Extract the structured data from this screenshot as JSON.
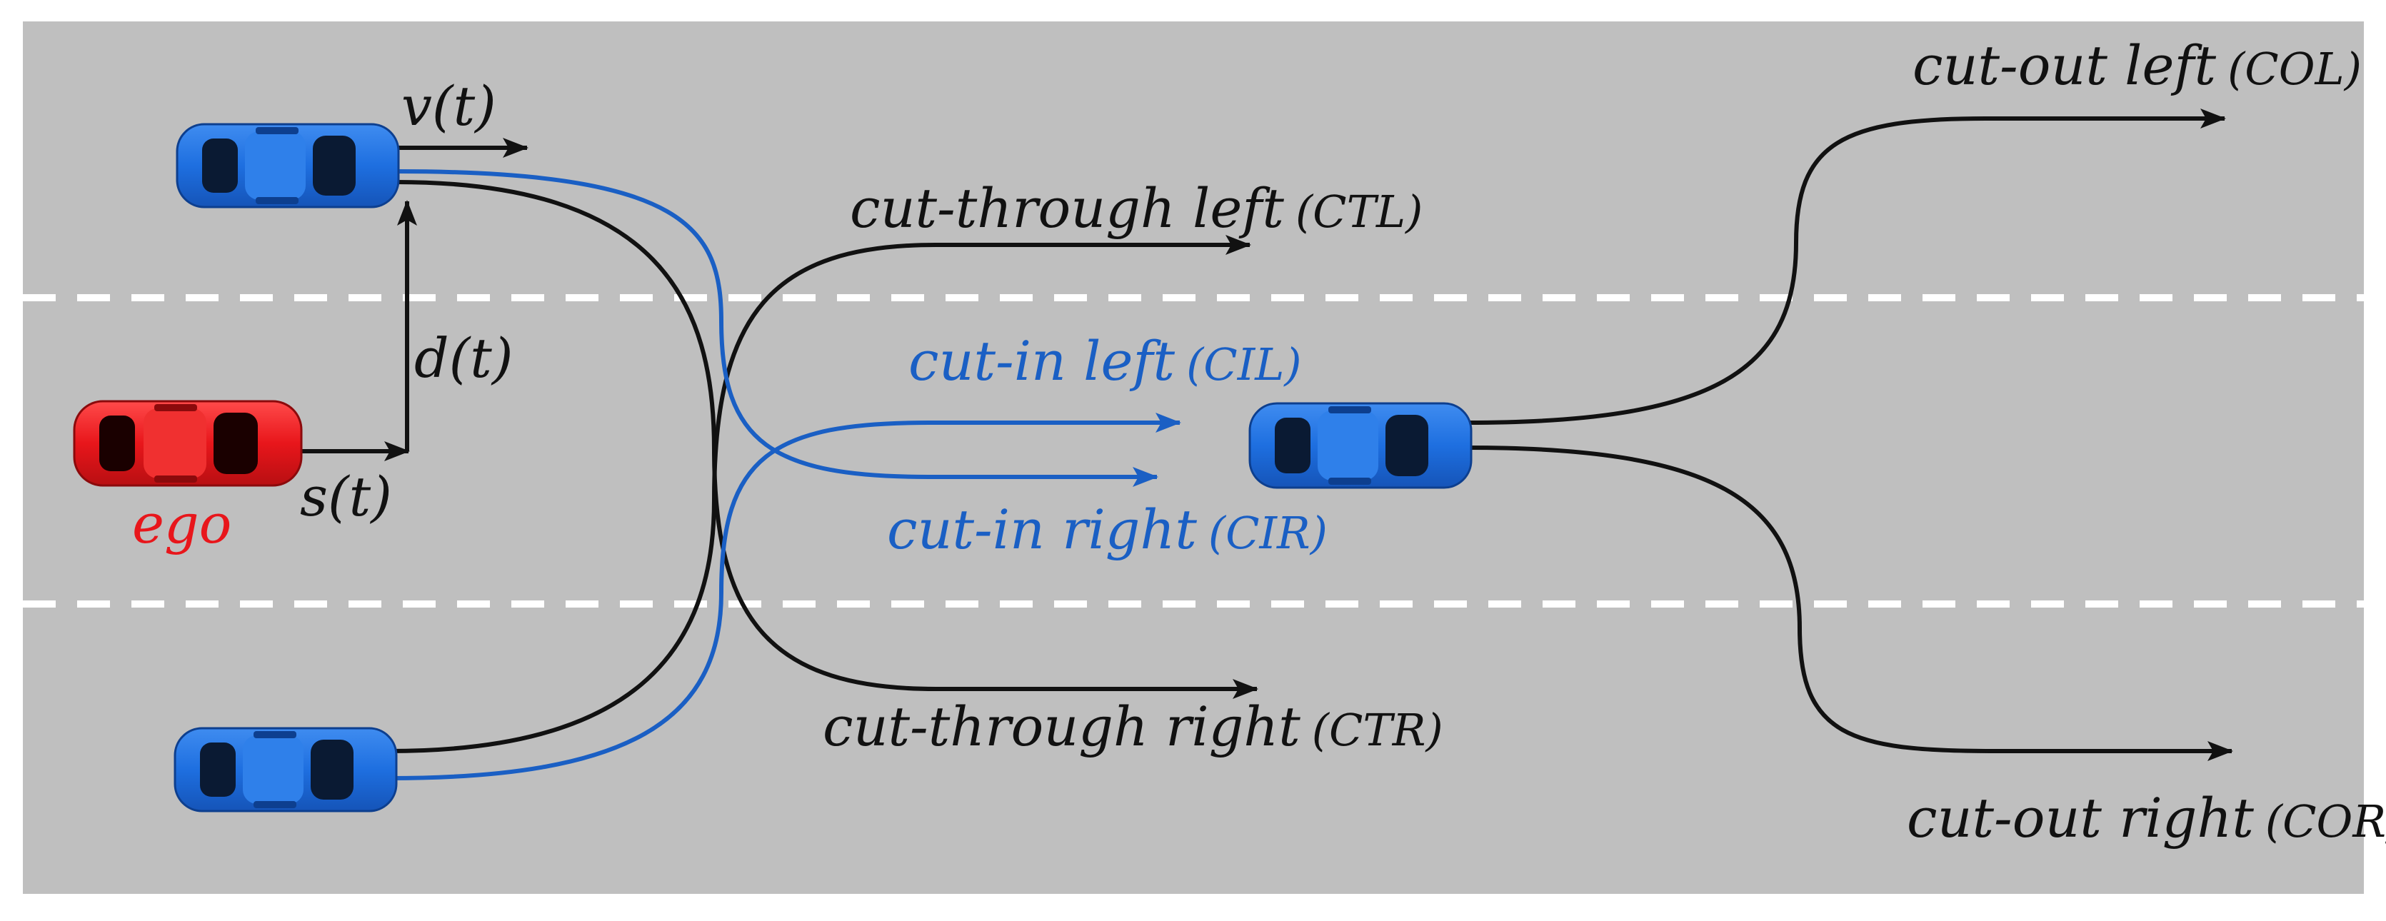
{
  "colors": {
    "road": "#bfbfbf",
    "lane_marking": "#ffffff",
    "ego_car": "#e8161b",
    "other_car": "#1e6fe0",
    "black_path": "#111111",
    "blue_path": "#1a5fc4",
    "ego_label": "#e8161b",
    "blue_label": "#1a5fc4"
  },
  "icons": {
    "ego_car": "car-top-view-icon",
    "other_car": "car-top-view-icon"
  },
  "labels": {
    "velocity": "v(t)",
    "lateral_distance": "d(t)",
    "longitudinal_distance": "s(t)",
    "ego": "ego"
  },
  "maneuvers": {
    "ctl": {
      "name": "cut-through left",
      "abbr": "(CTL)"
    },
    "cil": {
      "name": "cut-in left",
      "abbr": "(CIL)"
    },
    "cir": {
      "name": "cut-in right",
      "abbr": "(CIR)"
    },
    "ctr": {
      "name": "cut-through right",
      "abbr": "(CTR)"
    },
    "col": {
      "name": "cut-out left",
      "abbr": "(COL)"
    },
    "cor": {
      "name": "cut-out right",
      "abbr": "(COR)"
    }
  }
}
